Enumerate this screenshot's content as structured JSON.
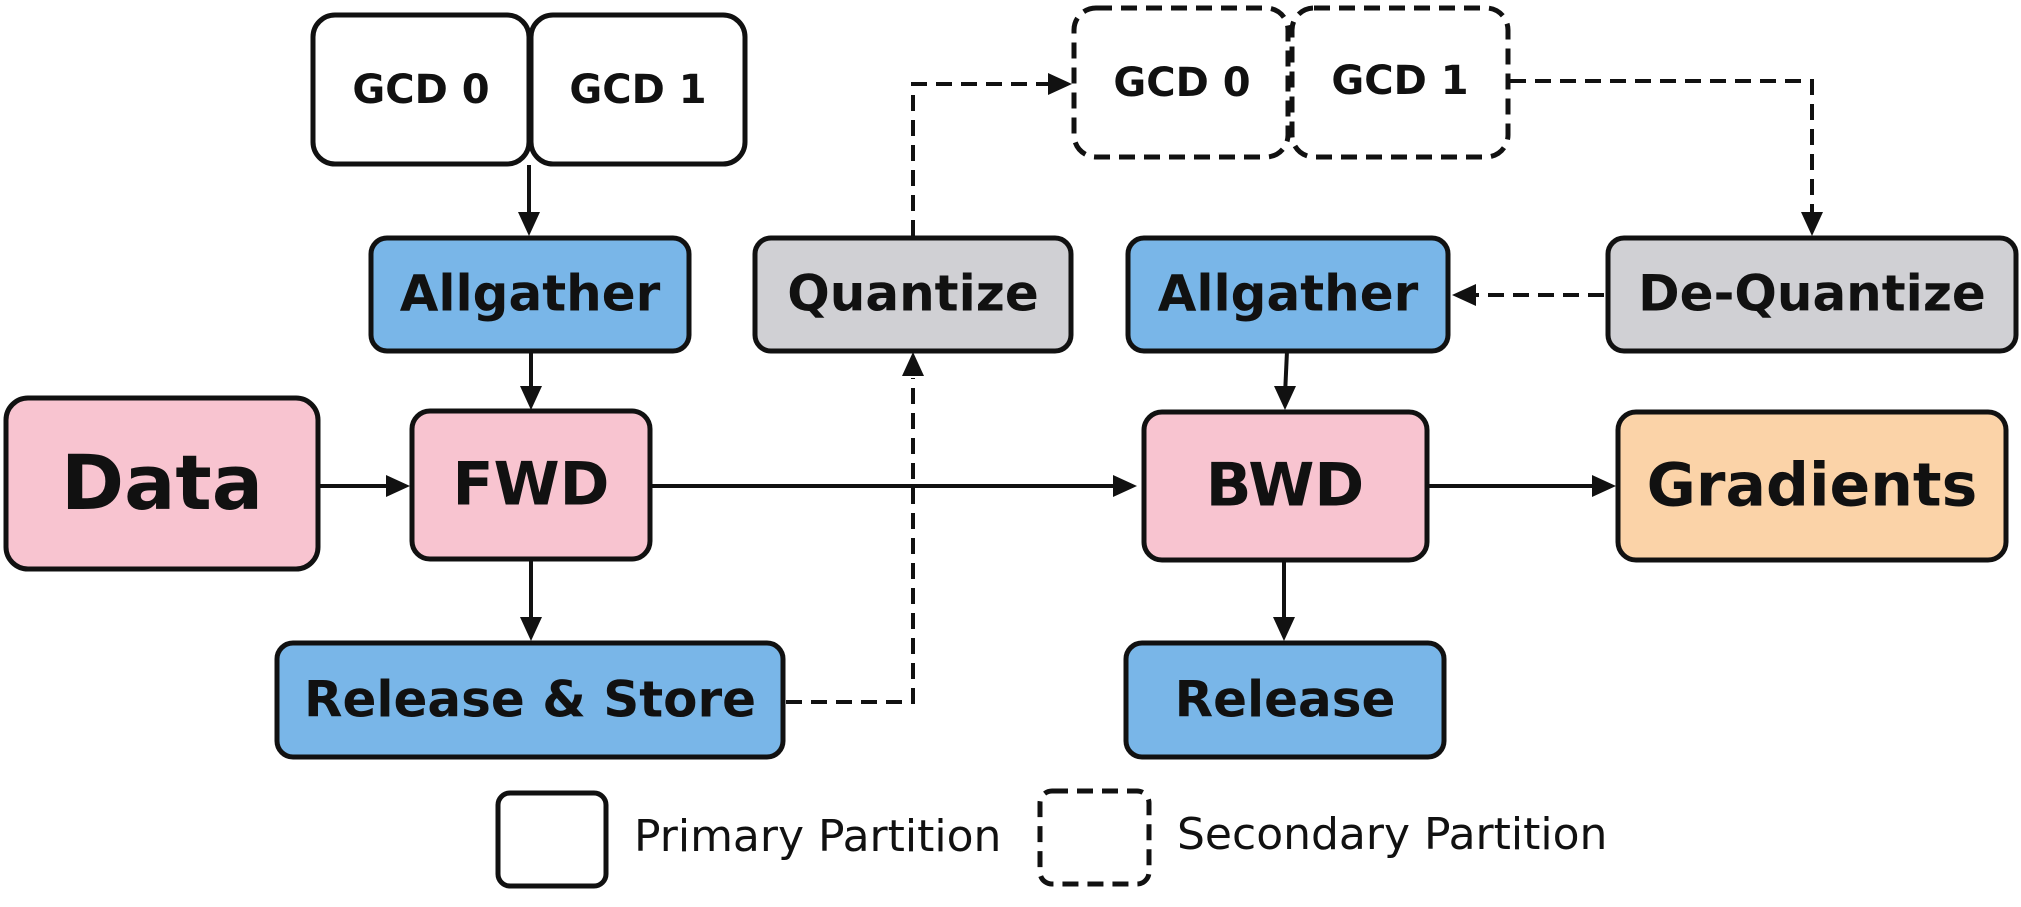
{
  "colors": {
    "stroke": "#111111",
    "pink": "#f8c4d0",
    "blue": "#79b6e8",
    "gray": "#d0d0d4",
    "orange": "#fbd3a8",
    "white": "#ffffff"
  },
  "primary_partition": {
    "gcd0": "GCD 0",
    "gcd1": "GCD 1"
  },
  "secondary_partition": {
    "gcd0": "GCD 0",
    "gcd1": "GCD 1"
  },
  "nodes": {
    "data": "Data",
    "fwd": "FWD",
    "bwd": "BWD",
    "gradients": "Gradients",
    "allgather_fwd": "Allgather",
    "allgather_bwd": "Allgather",
    "quantize": "Quantize",
    "dequantize": "De-Quantize",
    "release_store": "Release & Store",
    "release": "Release"
  },
  "legend": {
    "primary": "Primary Partition",
    "secondary": "Secondary Partition"
  }
}
